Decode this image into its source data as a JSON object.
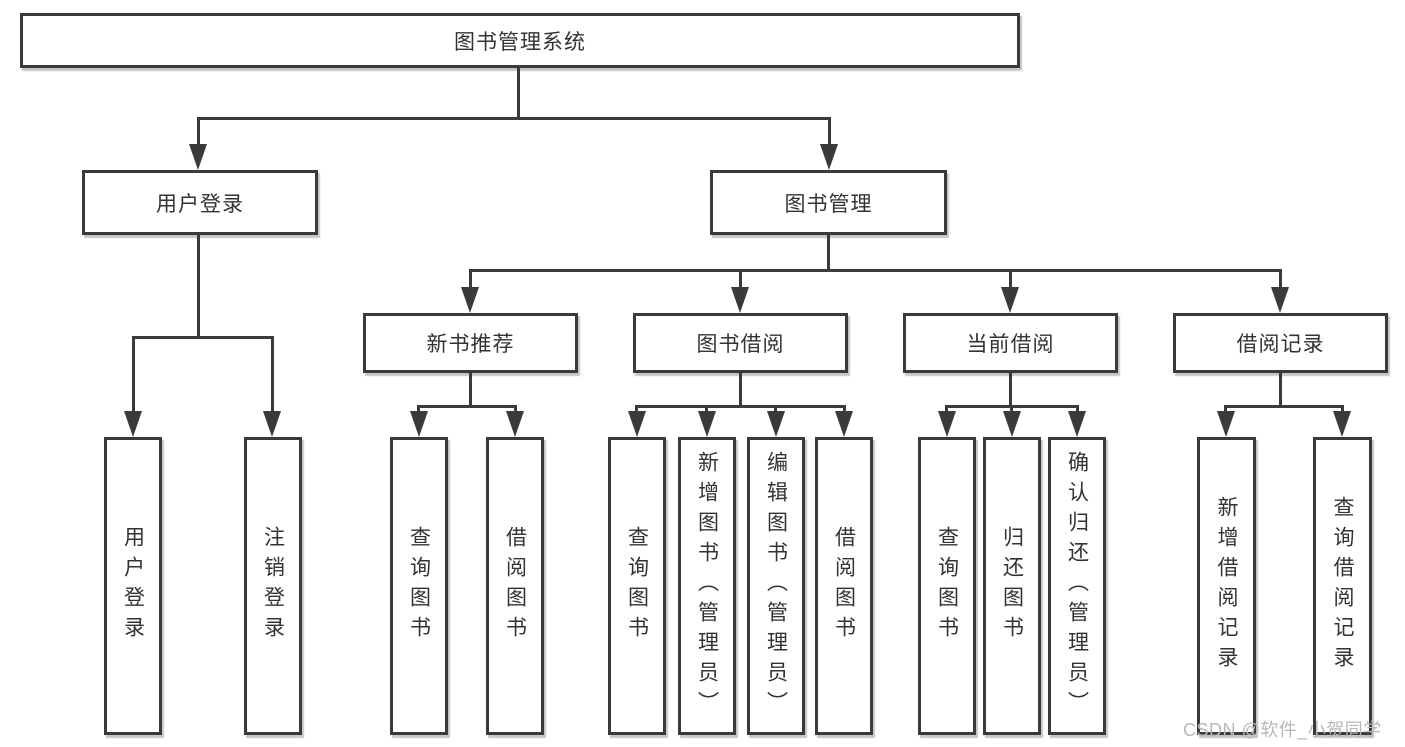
{
  "root": {
    "label": "图书管理系统"
  },
  "level2": {
    "user_login": {
      "label": "用户登录"
    },
    "book_management": {
      "label": "图书管理"
    }
  },
  "level3": {
    "new_book_recommendation": {
      "label": "新书推荐"
    },
    "book_borrowing": {
      "label": "图书借阅"
    },
    "current_borrowing": {
      "label": "当前借阅"
    },
    "borrowing_records": {
      "label": "借阅记录"
    }
  },
  "leaves": {
    "user_login": [
      "用户登录",
      "注销登录"
    ],
    "new_book_recommendation": [
      "查询图书",
      "借阅图书"
    ],
    "book_borrowing": [
      "查询图书",
      "新增图书（管理员）",
      "编辑图书（管理员）",
      "借阅图书"
    ],
    "current_borrowing": [
      "查询图书",
      "归还图书",
      "确认归还（管理员）"
    ],
    "borrowing_records": [
      "新增借阅记录",
      "查询借阅记录"
    ]
  },
  "watermark": {
    "text": "CSDN @软件_小贺同学"
  },
  "colors": {
    "line": "#3a3a3a",
    "text": "#333333",
    "watermark": "#bcb6b8",
    "background": "#ffffff"
  }
}
